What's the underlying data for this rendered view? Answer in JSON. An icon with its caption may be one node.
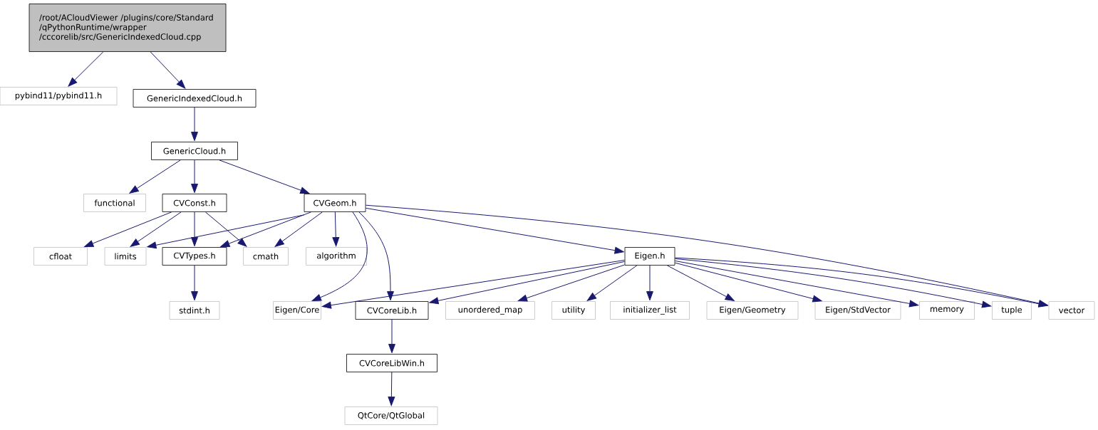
{
  "diagram": {
    "nodes": [
      {
        "text": [
          "/root/ACloudViewer /plugins/core/Standard /qPythonRuntime/wrapper /cccorelib/src/GenericIndexedCloud.cpp"
        ]
      },
      {
        "text": [
          "pybind11/pybind11.h"
        ]
      },
      {
        "text": [
          "GenericIndexedCloud.h"
        ]
      },
      {
        "text": [
          "GenericCloud.h"
        ]
      },
      {
        "text": [
          "functional"
        ]
      },
      {
        "text": [
          "CVConst.h"
        ]
      },
      {
        "text": [
          "CVGeom.h"
        ]
      },
      {
        "text": [
          "cfloat"
        ]
      },
      {
        "text": [
          "limits"
        ]
      },
      {
        "text": [
          "CVTypes.h"
        ]
      },
      {
        "text": [
          "cmath"
        ]
      },
      {
        "text": [
          "algorithm"
        ]
      },
      {
        "text": [
          "Eigen.h"
        ]
      },
      {
        "text": [
          "stdint.h"
        ]
      },
      {
        "text": [
          "Eigen/Core"
        ]
      },
      {
        "text": [
          "CVCoreLib.h"
        ]
      },
      {
        "text": [
          "unordered_map"
        ]
      },
      {
        "text": [
          "utility"
        ]
      },
      {
        "text": [
          "initializer_list"
        ]
      },
      {
        "text": [
          "Eigen/Geometry"
        ]
      },
      {
        "text": [
          "Eigen/StdVector"
        ]
      },
      {
        "text": [
          "memory"
        ]
      },
      {
        "text": [
          "tuple"
        ]
      },
      {
        "text": [
          "vector"
        ]
      },
      {
        "text": [
          "CVCoreLibWin.h"
        ]
      },
      {
        "text": [
          "QtCore/QtGlobal"
        ]
      }
    ],
    "edges": [
      {
        "from": 0,
        "to": 1,
        "arrow": "to"
      },
      {
        "from": 0,
        "to": 2,
        "arrow": "to"
      },
      {
        "from": 2,
        "to": 3,
        "arrow": "to"
      },
      {
        "from": 3,
        "to": 4,
        "arrow": "to"
      },
      {
        "from": 3,
        "to": 5,
        "arrow": "to"
      },
      {
        "from": 3,
        "to": 6,
        "arrow": "to"
      },
      {
        "from": 5,
        "to": 7,
        "arrow": "to"
      },
      {
        "from": 5,
        "to": 8,
        "arrow": "to"
      },
      {
        "from": 5,
        "to": 9,
        "arrow": "to"
      },
      {
        "from": 5,
        "to": 10,
        "arrow": "to"
      },
      {
        "from": 6,
        "to": 8,
        "arrow": "to"
      },
      {
        "from": 6,
        "to": 9,
        "arrow": "to"
      },
      {
        "from": 6,
        "to": 10,
        "arrow": "to"
      },
      {
        "from": 6,
        "to": 11,
        "arrow": "to"
      },
      {
        "from": 6,
        "to": 14,
        "arrow": "to"
      },
      {
        "from": 6,
        "to": 15,
        "arrow": "to"
      },
      {
        "from": 6,
        "to": 12,
        "arrow": "to"
      },
      {
        "from": 6,
        "to": 23,
        "arrow": "to"
      },
      {
        "from": 9,
        "to": 13,
        "arrow": "to"
      },
      {
        "from": 12,
        "to": 14,
        "arrow": "to"
      },
      {
        "from": 12,
        "to": 15,
        "arrow": "to"
      },
      {
        "from": 12,
        "to": 16,
        "arrow": "to"
      },
      {
        "from": 12,
        "to": 17,
        "arrow": "to"
      },
      {
        "from": 12,
        "to": 18,
        "arrow": "to"
      },
      {
        "from": 12,
        "to": 19,
        "arrow": "to"
      },
      {
        "from": 12,
        "to": 20,
        "arrow": "to"
      },
      {
        "from": 12,
        "to": 21,
        "arrow": "to"
      },
      {
        "from": 12,
        "to": 22,
        "arrow": "to"
      },
      {
        "from": 12,
        "to": 23,
        "arrow": "to"
      },
      {
        "from": 15,
        "to": 24,
        "arrow": "to"
      },
      {
        "from": 24,
        "to": 25,
        "arrow": "to"
      }
    ]
  }
}
